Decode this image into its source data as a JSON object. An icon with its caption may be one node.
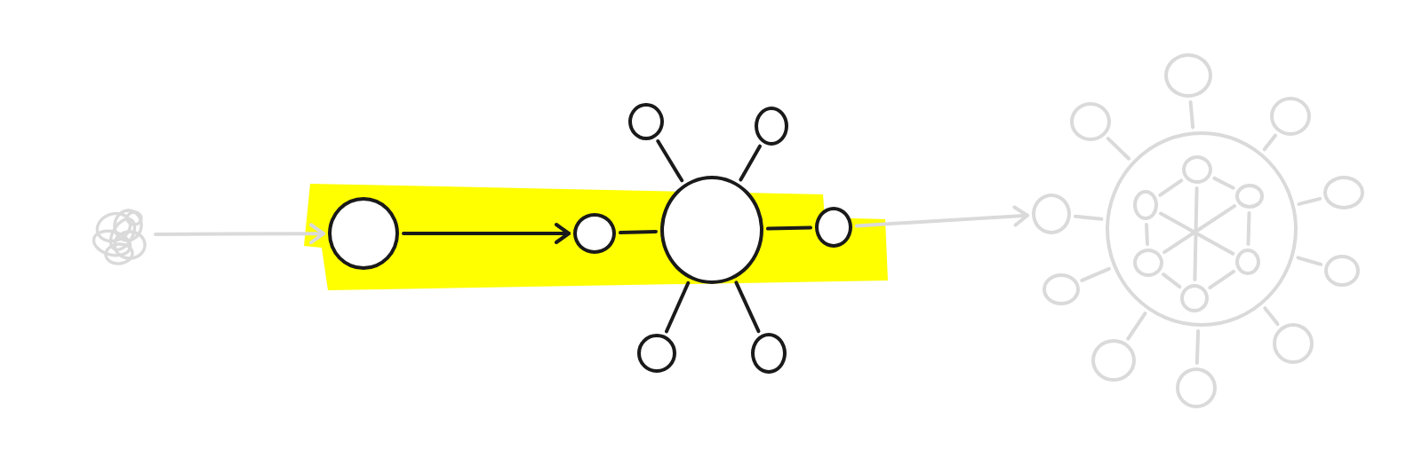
{
  "diagram": {
    "nodes": [
      {
        "text": [],
        "shape": "scribble"
      },
      {
        "text": [],
        "shape": "circle"
      },
      {
        "text": [],
        "shape": "circle"
      },
      {
        "text": [],
        "shape": "circle"
      },
      {
        "text": [],
        "shape": "circle"
      },
      {
        "text": [],
        "shape": "circle"
      },
      {
        "text": [],
        "shape": "circle"
      },
      {
        "text": [],
        "shape": "circle"
      },
      {
        "text": [],
        "shape": "circle"
      },
      {
        "text": [],
        "shape": "circle"
      },
      {
        "text": [],
        "shape": "circle",
        "in": 9
      },
      {
        "text": [],
        "shape": "circle",
        "in": 9
      },
      {
        "text": [],
        "shape": "circle",
        "in": 9
      },
      {
        "text": [],
        "shape": "circle",
        "in": 9
      },
      {
        "text": [],
        "shape": "circle",
        "in": 9
      },
      {
        "text": [],
        "shape": "circle",
        "in": 9
      },
      {
        "text": [],
        "shape": "circle"
      },
      {
        "text": [],
        "shape": "circle"
      },
      {
        "text": [],
        "shape": "circle"
      },
      {
        "text": [],
        "shape": "circle"
      },
      {
        "text": [],
        "shape": "circle"
      },
      {
        "text": [],
        "shape": "circle"
      },
      {
        "text": [],
        "shape": "circle"
      },
      {
        "text": [],
        "shape": "circle"
      },
      {
        "text": [],
        "shape": "circle"
      },
      {
        "text": [],
        "shape": "circle"
      }
    ],
    "edges": [
      {
        "from": 0,
        "to": 1,
        "arrow": "to"
      },
      {
        "from": 1,
        "to": 2,
        "arrow": "to",
        "color": "#1a1a1a"
      },
      {
        "from": 5,
        "to": 2,
        "arrow": "none",
        "color": "#1a1a1a"
      },
      {
        "from": 5,
        "to": 3,
        "arrow": "none",
        "color": "#1a1a1a"
      },
      {
        "from": 5,
        "to": 4,
        "arrow": "none",
        "color": "#1a1a1a"
      },
      {
        "from": 5,
        "to": 6,
        "arrow": "none",
        "color": "#1a1a1a"
      },
      {
        "from": 5,
        "to": 7,
        "arrow": "none",
        "color": "#1a1a1a"
      },
      {
        "from": 5,
        "to": 8,
        "arrow": "none",
        "color": "#1a1a1a"
      },
      {
        "from": 8,
        "to": 16,
        "arrow": "to"
      },
      {
        "from": 9,
        "to": 16,
        "arrow": "none"
      },
      {
        "from": 9,
        "to": 17,
        "arrow": "none"
      },
      {
        "from": 9,
        "to": 18,
        "arrow": "none"
      },
      {
        "from": 9,
        "to": 19,
        "arrow": "none"
      },
      {
        "from": 9,
        "to": 20,
        "arrow": "none"
      },
      {
        "from": 9,
        "to": 21,
        "arrow": "none"
      },
      {
        "from": 9,
        "to": 22,
        "arrow": "none"
      },
      {
        "from": 9,
        "to": 23,
        "arrow": "none"
      },
      {
        "from": 9,
        "to": 24,
        "arrow": "none"
      },
      {
        "from": 9,
        "to": 25,
        "arrow": "none"
      },
      {
        "from": 12,
        "to": 14,
        "arrow": "none"
      },
      {
        "from": 14,
        "to": 15,
        "arrow": "none"
      },
      {
        "from": 15,
        "to": 13,
        "arrow": "none"
      },
      {
        "from": 13,
        "to": 11,
        "arrow": "none"
      },
      {
        "from": 11,
        "to": 10,
        "arrow": "none"
      },
      {
        "from": 10,
        "to": 12,
        "arrow": "none"
      },
      {
        "from": 12,
        "to": 13,
        "arrow": "none"
      },
      {
        "from": 10,
        "to": 15,
        "arrow": "none"
      },
      {
        "from": 14,
        "to": 11,
        "arrow": "none"
      }
    ]
  }
}
